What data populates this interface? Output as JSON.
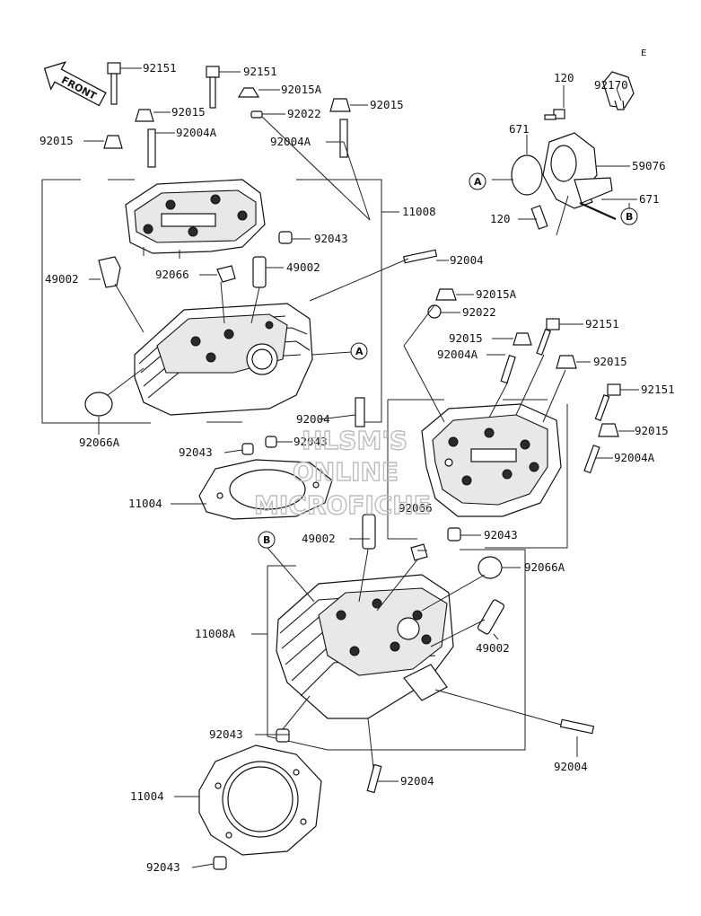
{
  "corner_mark": "E",
  "front_arrow_label": "FRONT",
  "callouts": {
    "A": "A",
    "B": "B"
  },
  "watermark": [
    "HLSM'S",
    "ONLINE",
    "MICROFICHE"
  ],
  "labels": {
    "p92151_a": "92151",
    "p92151_b": "92151",
    "p92015A_a": "92015A",
    "p92015_a": "92015",
    "p92022_a": "92022",
    "p92015_b": "92015",
    "p92004A_a": "92004A",
    "p92015_c": "92015",
    "p92004A_b": "92004A",
    "p11008": "11008",
    "p92043_a": "92043",
    "p49002_a": "49002",
    "p92066_a": "92066",
    "p92004_a": "92004",
    "p49002_b": "49002",
    "p92015A_b": "92015A",
    "p92022_b": "92022",
    "p92151_c": "92151",
    "p92015_d": "92015",
    "p92004A_c": "92004A",
    "p92015_e": "92015",
    "p92066A_a": "92066A",
    "p92151_d": "92151",
    "p92004_b": "92004",
    "p92015_f": "92015",
    "p92043_b": "92043",
    "p92043_c": "92043",
    "p92004A_d": "92004A",
    "p11004_a": "11004",
    "p92066_b": "92066",
    "p49002_c": "49002",
    "p92043_d": "92043",
    "p92066A_b": "92066A",
    "p11008A": "11008A",
    "p49002_d": "49002",
    "p92043_e": "92043",
    "p92004_c": "92004",
    "p11004_b": "11004",
    "p92004_d": "92004",
    "p92043_f": "92043",
    "p120_a": "120",
    "p92170": "92170",
    "p671_a": "671",
    "p59076": "59076",
    "p671_b": "671",
    "p120_b": "120"
  }
}
